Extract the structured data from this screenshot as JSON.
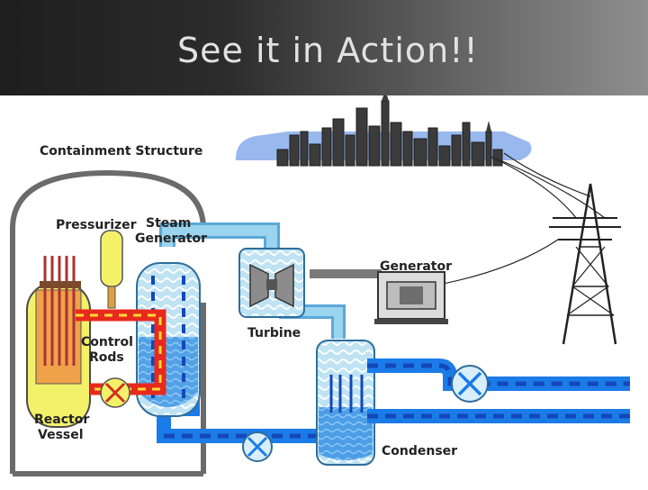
{
  "slide": {
    "title": "See it in Action!!"
  },
  "diagram": {
    "labels": {
      "containment": "Containment Structure",
      "pressurizer": "Pressurizer",
      "steam_line1": "Steam",
      "steam_line2": "Generator",
      "generator": "Generator",
      "turbine": "Turbine",
      "control_line1": "Control",
      "control_line2": "Rods",
      "reactor_line1": "Reactor",
      "reactor_line2": "Vessel",
      "condenser": "Condenser"
    },
    "colors": {
      "primary_loop": "#e8291e",
      "pipe_blue": "#1b7be8",
      "pipe_light": "#8ecfea",
      "coolant_dash": "#1447b8",
      "vessel_yellow": "#f3f16a",
      "core_orange": "#f0a24a",
      "sky": "#98b8ee",
      "skyline": "#3b3b3b"
    }
  }
}
